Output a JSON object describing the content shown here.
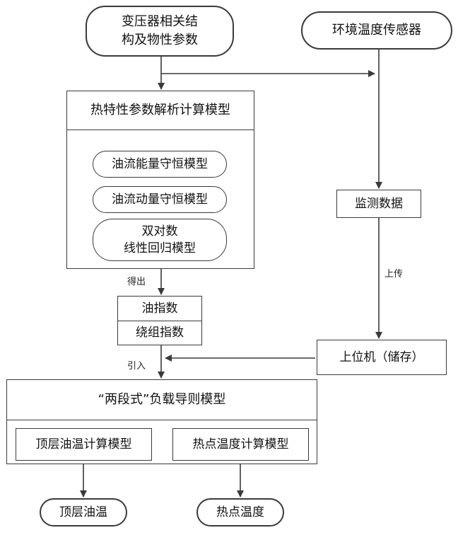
{
  "nodes": {
    "structure_params": [
      "变压器相关结",
      "构及物性参数"
    ],
    "ambient_sensor": "环境温度传感器",
    "thermal_model_title": "热特性参数解析计算模型",
    "oil_energy": "油流能量守恒模型",
    "oil_momentum": "油流动量守恒模型",
    "regression": [
      "双对数",
      "线性回归模型"
    ],
    "oil_index": "油指数",
    "winding_index": "绕组指数",
    "monitor_data": "监测数据",
    "host": "上位机（储存）",
    "two_stage_title": "“两段式”负载导则模型",
    "top_oil_model": "顶层油温计算模型",
    "hotspot_model": "热点温度计算模型",
    "top_oil_temp": "顶层油温",
    "hotspot_temp": "热点温度"
  },
  "edge_labels": {
    "derive": "得出",
    "upload": "上传",
    "introduce": "引入"
  }
}
